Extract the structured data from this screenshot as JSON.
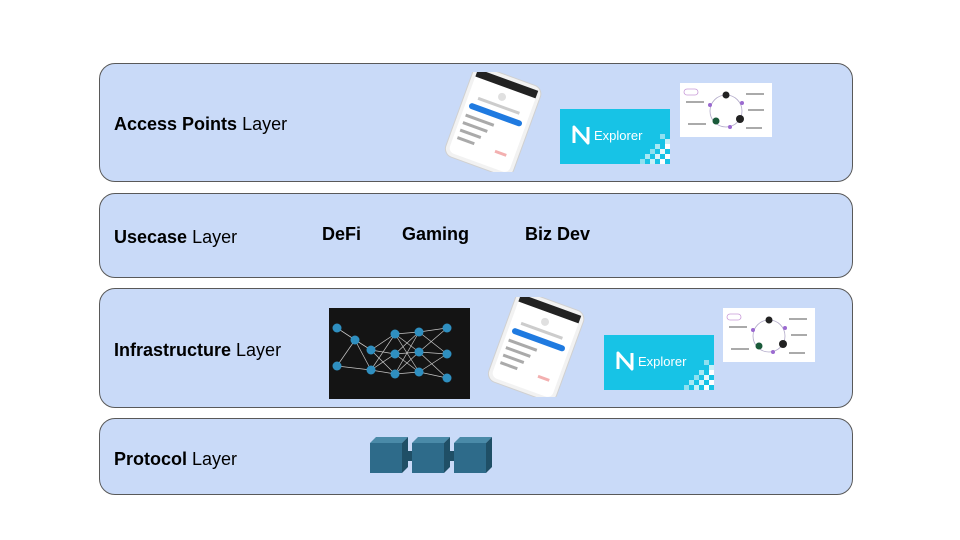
{
  "layers": {
    "access": {
      "bold": "Access Points",
      "rest": " Layer",
      "explorer_label": "Explorer"
    },
    "usecase": {
      "bold": "Usecase",
      "rest": " Layer",
      "items": [
        "DeFi",
        "Gaming",
        "Biz Dev"
      ]
    },
    "infrastructure": {
      "bold": "Infrastructure",
      "rest": " Layer",
      "explorer_label": "Explorer"
    },
    "protocol": {
      "bold": "Protocol",
      "rest": " Layer"
    }
  },
  "colors": {
    "layer_fill": "#c9daf8",
    "layer_border": "#595959",
    "explorer_bg": "#17c3e6",
    "network_bg": "#141414",
    "node": "#2f8fc0",
    "chain_block": "#2e6b8a"
  },
  "icons": [
    "wallet-phone-icon",
    "near-explorer-logo",
    "cycle-diagram-icon",
    "neural-network-icon",
    "blockchain-icon"
  ]
}
